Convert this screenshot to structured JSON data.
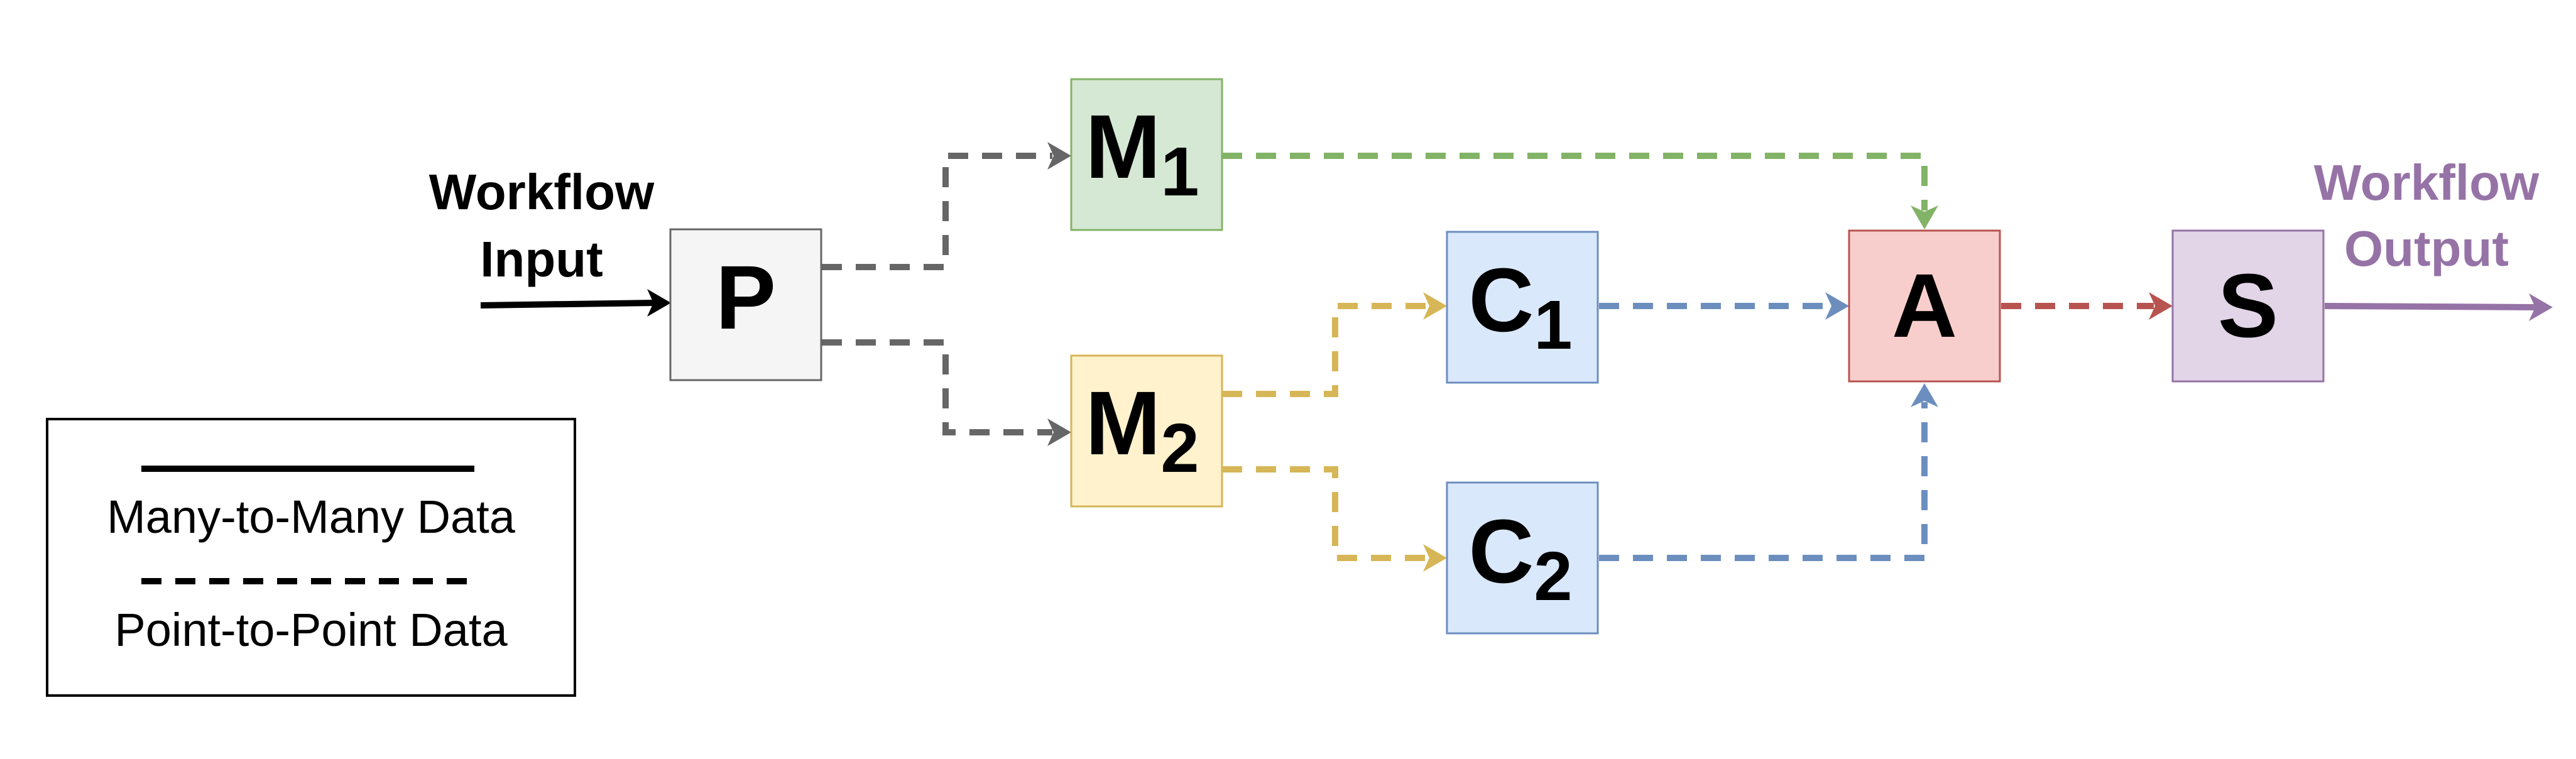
{
  "labels": {
    "input_line1": "Workflow",
    "input_line2": "Input",
    "output_line1": "Workflow",
    "output_line2": "Output"
  },
  "nodes": {
    "p": {
      "letter": "P",
      "subscript": ""
    },
    "m1": {
      "letter": "M",
      "subscript": "1"
    },
    "m2": {
      "letter": "M",
      "subscript": "2"
    },
    "c1": {
      "letter": "C",
      "subscript": "1"
    },
    "c2": {
      "letter": "C",
      "subscript": "2"
    },
    "a": {
      "letter": "A",
      "subscript": ""
    },
    "s": {
      "letter": "S",
      "subscript": ""
    }
  },
  "legend": {
    "solid_label": "Many-to-Many Data",
    "dashed_label": "Point-to-Point Data"
  },
  "colors": {
    "p_fill": "#f5f5f5",
    "p_stroke": "#666666",
    "m1_fill": "#d5e8d4",
    "m1_stroke": "#82b366",
    "m2_fill": "#fff2cc",
    "m2_stroke": "#d6b656",
    "c_fill": "#dae8fc",
    "c_stroke": "#6c8ebf",
    "a_fill": "#f8cecc",
    "a_stroke": "#b85450",
    "s_fill": "#e1d5e7",
    "s_stroke": "#9673a6",
    "edge_gray": "#666666",
    "edge_green": "#82b366",
    "edge_yellow": "#d6b656",
    "edge_blue": "#6c8ebf",
    "edge_red": "#b85450",
    "edge_purple": "#9673a6",
    "output_text": "#9673a6"
  }
}
